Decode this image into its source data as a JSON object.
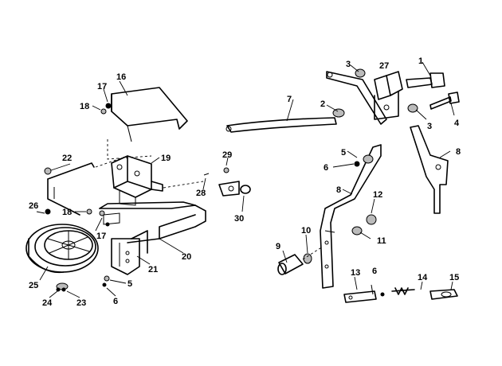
{
  "callouts": {
    "c1": "1",
    "c2": "2",
    "c3a": "3",
    "c3b": "3",
    "c4": "4",
    "c5a": "5",
    "c5b": "5",
    "c6a": "6",
    "c6b": "6",
    "c6c": "6",
    "c7": "7",
    "c8a": "8",
    "c8b": "8",
    "c9": "9",
    "c10": "10",
    "c11": "11",
    "c12": "12",
    "c13": "13",
    "c14": "14",
    "c15": "15",
    "c16": "16",
    "c17a": "17",
    "c17b": "17",
    "c18a": "18",
    "c18b": "18",
    "c19": "19",
    "c20": "20",
    "c21": "21",
    "c22": "22",
    "c23": "23",
    "c24": "24",
    "c25": "25",
    "c26": "26",
    "c27": "27",
    "c28": "28",
    "c29": "29",
    "c30": "30"
  }
}
